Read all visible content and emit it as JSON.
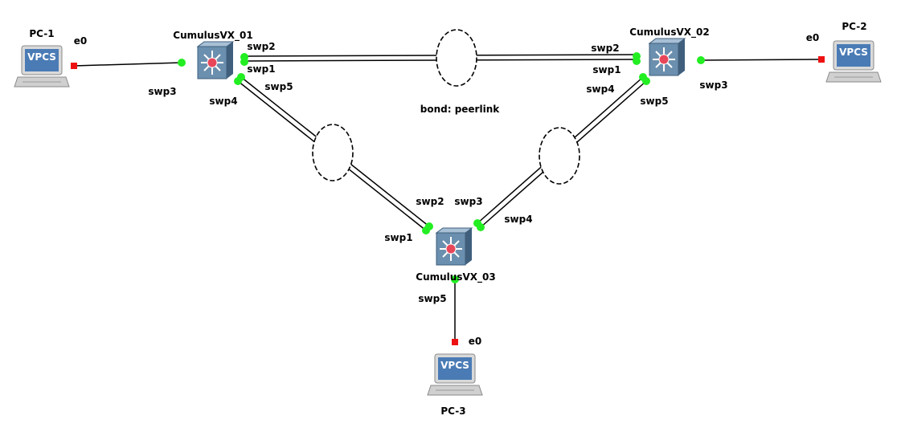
{
  "nodes": {
    "pc1": {
      "name": "PC-1",
      "badge": "VPCS"
    },
    "pc2": {
      "name": "PC-2",
      "badge": "VPCS"
    },
    "pc3": {
      "name": "PC-3",
      "badge": "VPCS"
    },
    "sw1": {
      "name": "CumulusVX_01"
    },
    "sw2": {
      "name": "CumulusVX_02"
    },
    "sw3": {
      "name": "CumulusVX_03"
    }
  },
  "ports": {
    "pc1_e0": "e0",
    "pc2_e0": "e0",
    "pc3_e0": "e0",
    "sw1_swp1": "swp1",
    "sw1_swp2": "swp2",
    "sw1_swp3": "swp3",
    "sw1_swp4": "swp4",
    "sw1_swp5": "swp5",
    "sw2_swp1": "swp1",
    "sw2_swp2": "swp2",
    "sw2_swp3": "swp3",
    "sw2_swp4": "swp4",
    "sw2_swp5": "swp5",
    "sw3_swp1": "swp1",
    "sw3_swp2": "swp2",
    "sw3_swp3": "swp3",
    "sw3_swp4": "swp4",
    "sw3_swp5": "swp5"
  },
  "bonds": {
    "peerlink": "bond: peerlink"
  },
  "colors": {
    "port_up": "#22ee22",
    "pc_port": "#ee1111",
    "switch_body": "#6b8fae",
    "switch_light": "#a8c0d6",
    "switch_dark": "#3f5f7c",
    "switch_core": "#e8475a",
    "vpcs_screen": "#4a7bb5",
    "link": "#000000"
  }
}
